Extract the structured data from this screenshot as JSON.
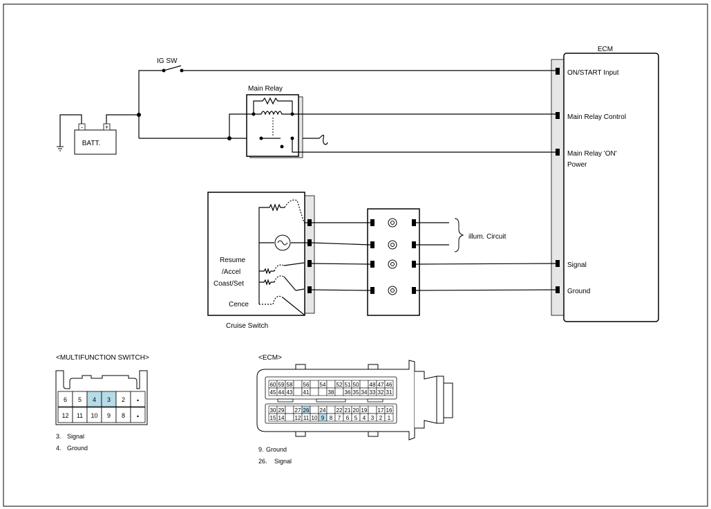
{
  "circuit": {
    "ecm_title": "ECM",
    "ecm_pins": {
      "on_start": "ON/START Input",
      "main_relay_control": "Main Relay Control",
      "main_relay_on_1": "Main Relay 'ON'",
      "main_relay_on_2": "Power",
      "signal": "Signal",
      "ground": "Ground"
    },
    "ig_sw": "IG SW",
    "main_relay": "Main Relay",
    "battery": "BATT.",
    "battery_minus": "-",
    "battery_plus": "+",
    "illum": "illum. Circuit",
    "cruise": {
      "resume": "Resume",
      "accel": "/Accel",
      "coast_set": "Coast/Set",
      "cence": "Cence",
      "caption": "Cruise Switch"
    }
  },
  "mfs": {
    "title": "<MULTIFUNCTION SWITCH>",
    "row1": [
      "6",
      "5",
      "4",
      "3",
      "2",
      ""
    ],
    "row2": [
      "12",
      "11",
      "10",
      "9",
      "8",
      ""
    ],
    "highlighted": [
      "4",
      "3"
    ],
    "legend": [
      {
        "num": "3.",
        "text": "Signal"
      },
      {
        "num": "4.",
        "text": "Ground"
      }
    ]
  },
  "ecm_connector": {
    "title": "<ECM>",
    "top_row1": [
      "60",
      "59",
      "58",
      "",
      "56",
      "",
      "54",
      "",
      "52",
      "51",
      "50",
      "",
      "48",
      "47",
      "46"
    ],
    "top_row2": [
      "45",
      "44",
      "43",
      "",
      "41",
      "",
      "",
      "38",
      "",
      "36",
      "35",
      "34",
      "33",
      "32",
      "31"
    ],
    "bot_row1": [
      "30",
      "29",
      "",
      "27",
      "26",
      "",
      "24",
      "",
      "22",
      "21",
      "20",
      "19",
      "",
      "17",
      "16"
    ],
    "bot_row2": [
      "15",
      "14",
      "",
      "12",
      "11",
      "10",
      "9",
      "8",
      "7",
      "6",
      "5",
      "4",
      "3",
      "2",
      "1"
    ],
    "highlighted": [
      "26",
      "9"
    ],
    "legend": [
      {
        "num": "9.",
        "text": "Ground"
      },
      {
        "num": "26.",
        "text": "Signal"
      }
    ]
  }
}
